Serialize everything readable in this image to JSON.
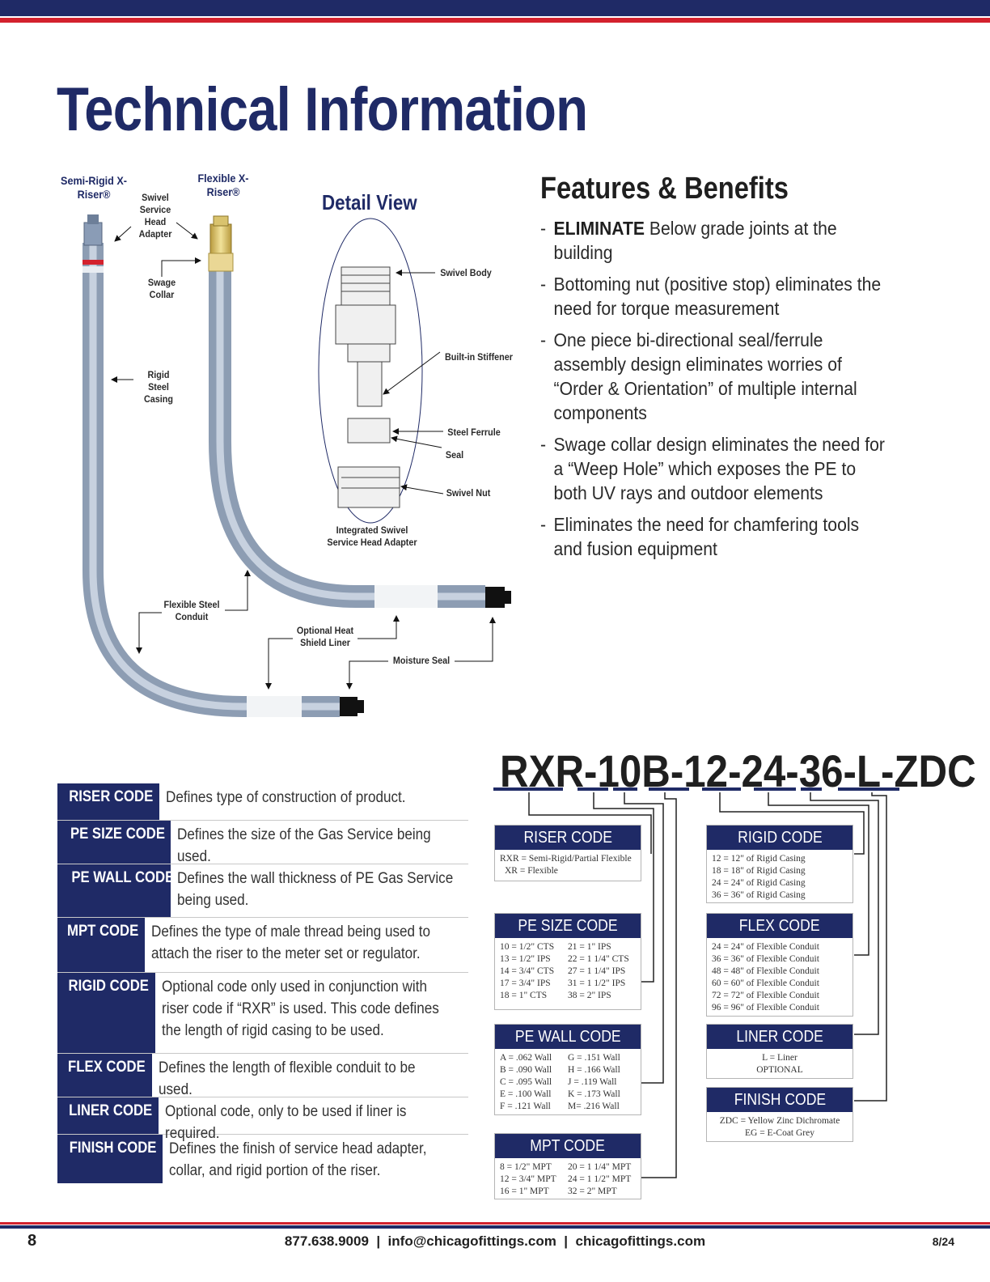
{
  "page_title": "Technical Information",
  "diagram": {
    "semi_rigid_label": "Semi-Rigid X-Riser®",
    "flexible_label": "Flexible X-Riser®",
    "swivel_label": "Swivel Service Head Adapter",
    "swage_label": "Swage Collar",
    "rigid_label": "Rigid Steel Casing",
    "flex_steel_label": "Flexible Steel Conduit",
    "heat_shield_label": "Optional Heat Shield Liner",
    "moisture_label": "Moisture Seal",
    "detail_title": "Detail View",
    "swivel_body": "Swivel Body",
    "stiffener": "Built-in Stiffener",
    "ferrule": "Steel Ferrule",
    "seal": "Seal",
    "swivel_nut": "Swivel Nut",
    "integrated_label": "Integrated Swivel Service Head Adapter"
  },
  "features": {
    "title": "Features & Benefits",
    "items": [
      {
        "bold": "ELIMINATE",
        "text": " Below grade joints at the building"
      },
      {
        "bold": "",
        "text": "Bottoming nut (positive stop) eliminates the need for torque measurement"
      },
      {
        "bold": "",
        "text": "One piece bi-directional seal/ferrule assembly design eliminates worries of “Order & Orientation” of multiple internal components"
      },
      {
        "bold": "",
        "text": "Swage collar design eliminates the need for a “Weep Hole” which exposes the PE to both UV rays and outdoor elements"
      },
      {
        "bold": "",
        "text": "Eliminates the need for chamfering tools and fusion equipment"
      }
    ]
  },
  "code_table": [
    {
      "name": "RISER CODE",
      "desc": "Defines type of construction of product."
    },
    {
      "name": "PE SIZE CODE",
      "desc": "Defines the size of the Gas Service being used."
    },
    {
      "name": "PE WALL CODE",
      "desc": "Defines the wall thickness of PE Gas Service being used."
    },
    {
      "name": "MPT CODE",
      "desc": "Defines the type of male thread being used to attach the riser to the meter set or regulator."
    },
    {
      "name": "RIGID CODE",
      "desc": "Optional code only used in conjunction with riser code if “RXR” is used. This code defines the length of rigid casing to be used."
    },
    {
      "name": "FLEX CODE",
      "desc": "Defines the length of flexible conduit to be used."
    },
    {
      "name": "LINER CODE",
      "desc": "Optional code, only to be used if liner is required."
    },
    {
      "name": "FINISH CODE",
      "desc": "Defines the finish of service head adapter, collar, and rigid portion of the riser."
    }
  ],
  "part_number": "RXR-10B-12-24-36-L-ZDC",
  "boxes": {
    "riser": {
      "title": "RISER CODE",
      "rows": [
        "RXR = Semi-Rigid/Partial Flexible",
        "XR = Flexible"
      ]
    },
    "pe_size": {
      "title": "PE SIZE CODE",
      "left": [
        "10 = 1/2\" CTS",
        "13 = 1/2\" IPS",
        "14 = 3/4\" CTS",
        "17 = 3/4\" IPS",
        "18 = 1\" CTS"
      ],
      "right": [
        "21 = 1\" IPS",
        "22 = 1 1/4\" CTS",
        "27 = 1 1/4\" IPS",
        "31 = 1 1/2\" IPS",
        "38 = 2\" IPS"
      ]
    },
    "pe_wall": {
      "title": "PE WALL CODE",
      "left": [
        "A = .062 Wall",
        "B = .090 Wall",
        "C = .095 Wall",
        "E = .100 Wall",
        "F = .121 Wall"
      ],
      "right": [
        "G = .151 Wall",
        "H = .166 Wall",
        "J = .119 Wall",
        "K = .173 Wall",
        "M= .216 Wall"
      ]
    },
    "mpt": {
      "title": "MPT CODE",
      "left": [
        "8 = 1/2\" MPT",
        "12 = 3/4\" MPT",
        "16 = 1\" MPT"
      ],
      "right": [
        "20 = 1 1/4\" MPT",
        "24 = 1 1/2\" MPT",
        "32 = 2\" MPT"
      ]
    },
    "rigid": {
      "title": "RIGID CODE",
      "rows": [
        "12 = 12\" of Rigid Casing",
        "18 = 18\" of Rigid Casing",
        "24 = 24\" of Rigid Casing",
        "36 = 36\" of Rigid Casing"
      ]
    },
    "flex": {
      "title": "FLEX CODE",
      "rows": [
        "24 = 24\" of Flexible Conduit",
        "36 = 36\" of Flexible Conduit",
        "48 = 48\" of Flexible Conduit",
        "60 = 60\" of Flexible Conduit",
        "72 = 72\" of Flexible Conduit",
        "96 = 96\" of Flexible Conduit"
      ]
    },
    "liner": {
      "title": "LINER CODE",
      "rows": [
        "L = Liner",
        "OPTIONAL"
      ]
    },
    "finish": {
      "title": "FINISH CODE",
      "rows": [
        "ZDC = Yellow Zinc Dichromate",
        "EG = E-Coat Grey"
      ]
    }
  },
  "footer": {
    "page": "8",
    "contact": "877.638.9009  |  info@chicagofittings.com  |  chicagofittings.com",
    "date": "8/24"
  }
}
